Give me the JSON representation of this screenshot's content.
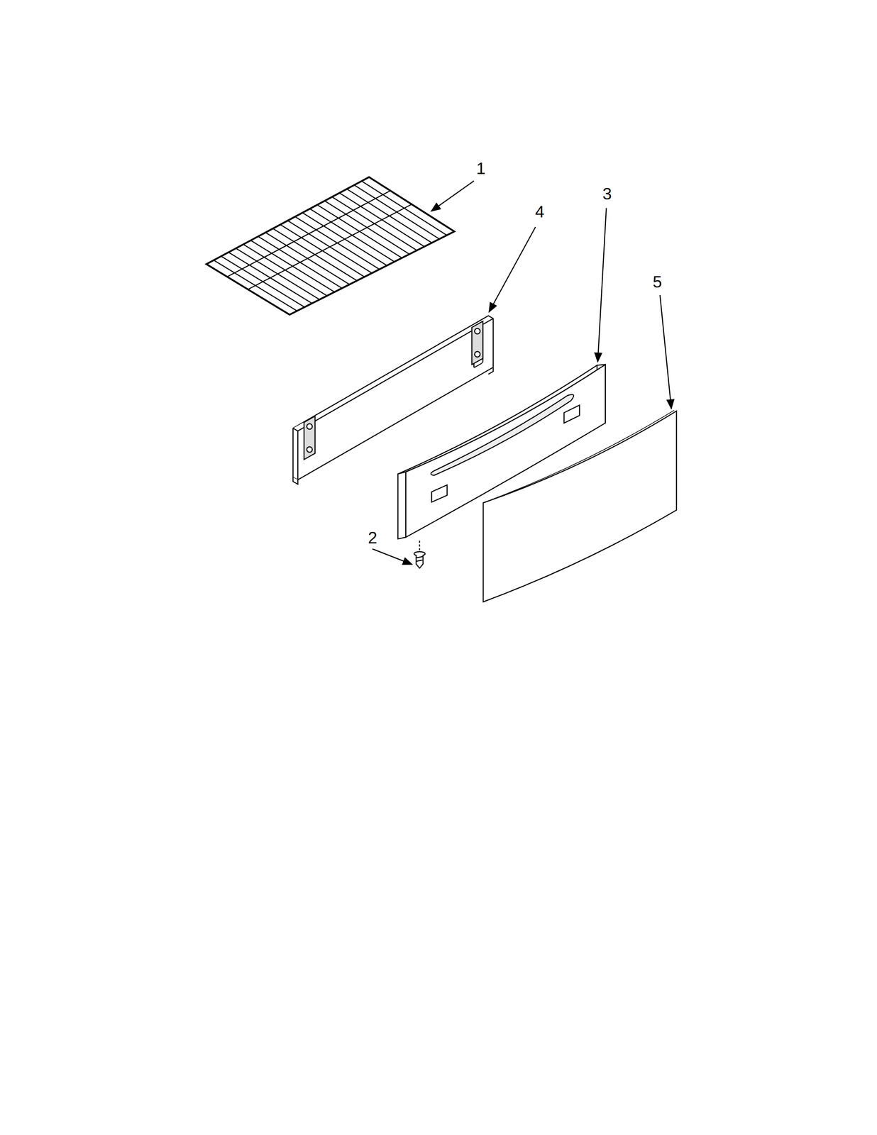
{
  "diagram": {
    "labels": [
      "1",
      "4",
      "3",
      "5",
      "2"
    ]
  }
}
